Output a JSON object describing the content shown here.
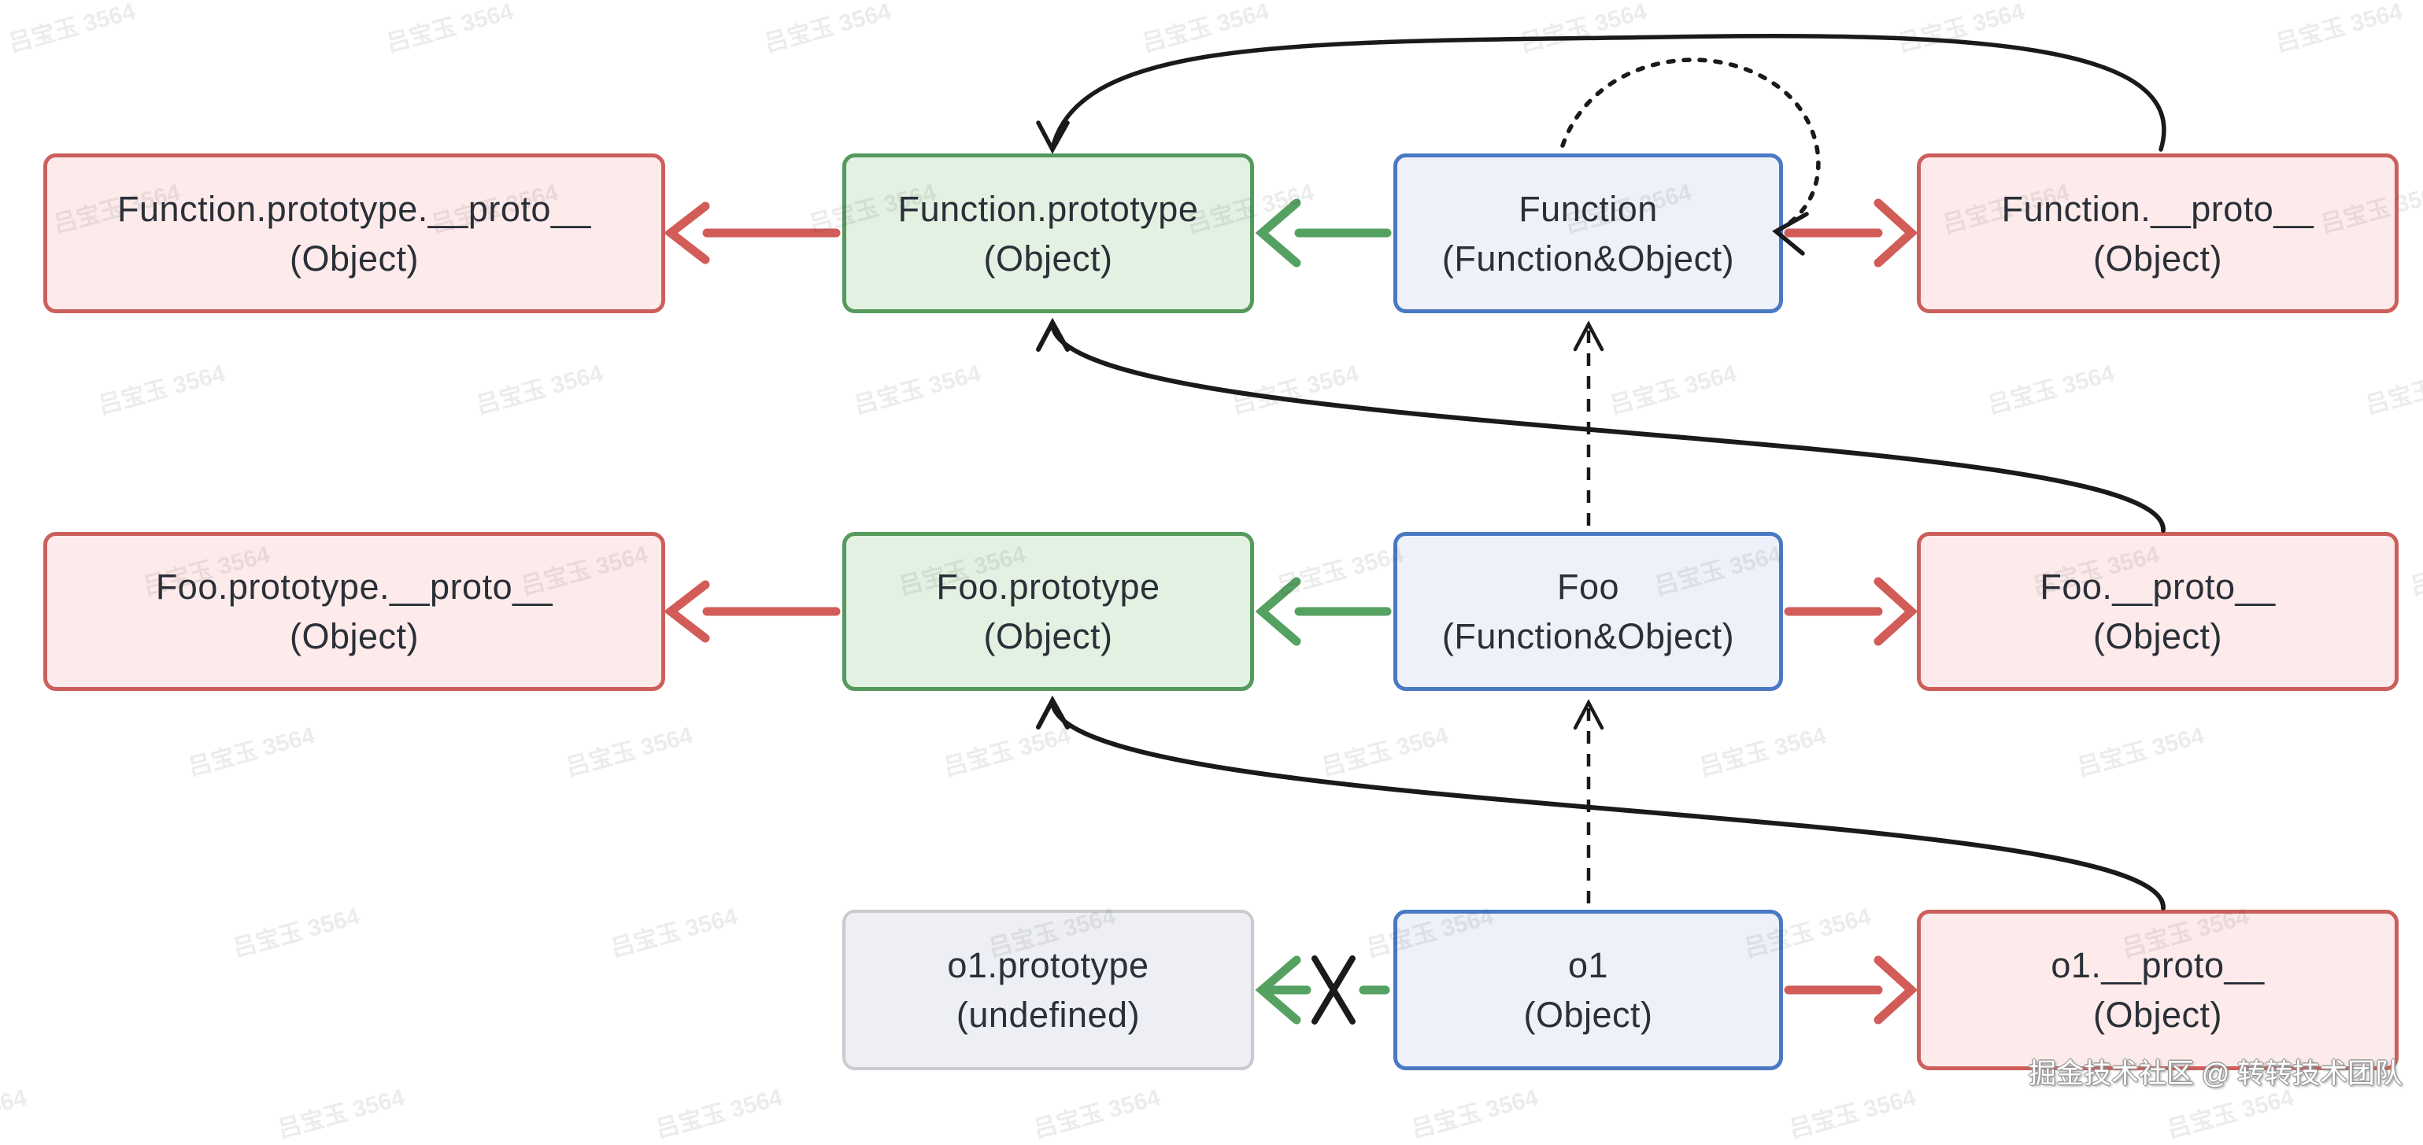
{
  "diagram": {
    "title": "JavaScript prototype chain diagram",
    "colors": {
      "pink_fill": "#fcebea",
      "pink_border": "#cc5f5c",
      "green_fill": "#e2f1e1",
      "green_border": "#55995c",
      "blue_fill": "#eef1f9",
      "blue_border": "#4a79c4",
      "gray_fill": "#edeff5",
      "gray_border": "#c9cbd1",
      "red_arrow": "#d25c58",
      "green_arrow": "#55a161",
      "black_arrow": "#1a1a1a",
      "text": "#2b2f38"
    },
    "boxes": [
      {
        "id": "function-prototype-proto",
        "line1": "Function.prototype.__proto__",
        "line2": "(Object)",
        "variant": "pink"
      },
      {
        "id": "function-prototype",
        "line1": "Function.prototype",
        "line2": "(Object)",
        "variant": "green"
      },
      {
        "id": "function",
        "line1": "Function",
        "line2": "(Function&Object)",
        "variant": "blue"
      },
      {
        "id": "function-proto",
        "line1": "Function.__proto__",
        "line2": "(Object)",
        "variant": "pink"
      },
      {
        "id": "foo-prototype-proto",
        "line1": "Foo.prototype.__proto__",
        "line2": "(Object)",
        "variant": "pink"
      },
      {
        "id": "foo-prototype",
        "line1": "Foo.prototype",
        "line2": "(Object)",
        "variant": "green"
      },
      {
        "id": "foo",
        "line1": "Foo",
        "line2": "(Function&Object)",
        "variant": "blue"
      },
      {
        "id": "foo-proto",
        "line1": "Foo.__proto__",
        "line2": "(Object)",
        "variant": "pink"
      },
      {
        "id": "o1-prototype",
        "line1": "o1.prototype",
        "line2": "(undefined)",
        "variant": "gray"
      },
      {
        "id": "o1",
        "line1": "o1",
        "line2": "(Object)",
        "variant": "blue"
      },
      {
        "id": "o1-proto",
        "line1": "o1.__proto__",
        "line2": "(Object)",
        "variant": "pink"
      }
    ],
    "watermark": {
      "text": "吕宝玉 3564"
    },
    "credit": {
      "text": "掘金技术社区 @ 转转技术团队"
    }
  }
}
